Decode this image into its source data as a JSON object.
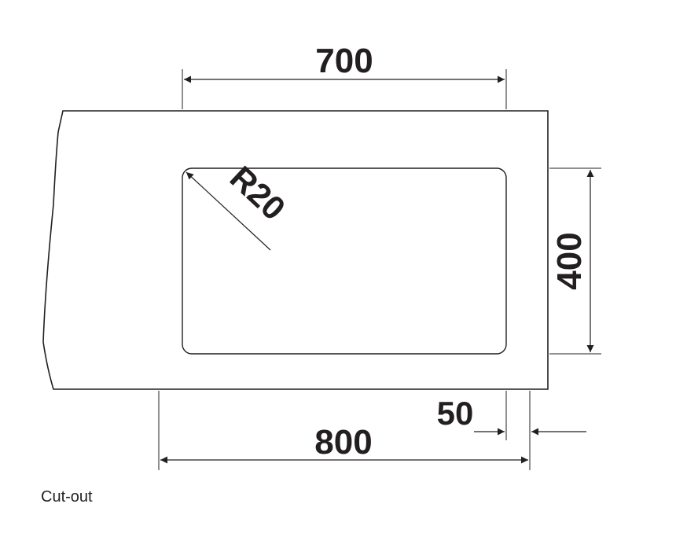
{
  "dimensions": {
    "width_top": "700",
    "height": "400",
    "radius": "R20",
    "width_bottom": "800",
    "offset": "50"
  },
  "caption": "Cut-out",
  "colors": {
    "line": "#231f20",
    "background": "#ffffff"
  }
}
